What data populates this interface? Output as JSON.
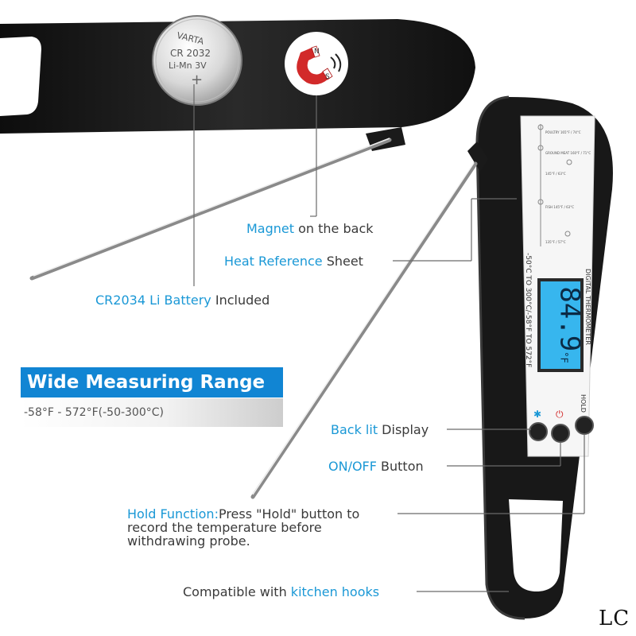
{
  "battery": {
    "brand": "VARTA",
    "model": "CR 2032",
    "chem": "Li-Mn   3V",
    "sign": "+"
  },
  "magnet_icon": {
    "north": "N",
    "south": "S"
  },
  "thermometer": {
    "display_reading": "84.9",
    "display_unit": "°F",
    "side_label_model": "DIGITAL THERMOMETER",
    "side_label_range": "-50°C TO 300°C/-58°F TO 572°F",
    "hold_button_label": "HOLD",
    "sheet_entries": [
      "POULTRY 165°F / 74°C",
      "GROUND MEAT 160°F / 71°C",
      "145°F / 63°C",
      "FISH 145°F / 63°C",
      "135°F / 57°C"
    ]
  },
  "callouts": {
    "magnet": {
      "highlight": "Magnet",
      "rest": " on the back"
    },
    "heat": {
      "highlight": "Heat Reference",
      "rest": " Sheet"
    },
    "battery": {
      "highlight": "CR2034 Li Battery",
      "rest": " Included"
    },
    "backlit": {
      "highlight": "Back lit",
      "rest": " Display"
    },
    "onoff": {
      "highlight": "ON/OFF",
      "rest": " Button"
    },
    "hold": {
      "highlight": "Hold Function:",
      "line1": "Press \"Hold\" button to",
      "line2": "record the temperature before",
      "line3": "withdrawing probe."
    },
    "hooks": {
      "rest": "Compatible with ",
      "highlight": "kitchen hooks"
    }
  },
  "range": {
    "title": "Wide Measuring Range",
    "value": "-58°F - 572°F(-50-300°C)"
  },
  "watermark": "LC",
  "colors": {
    "accent_blue": "#1a98d6",
    "banner_blue": "#1185d3",
    "body_black": "#1b1b1b",
    "lcd_blue": "#37b6ee"
  }
}
